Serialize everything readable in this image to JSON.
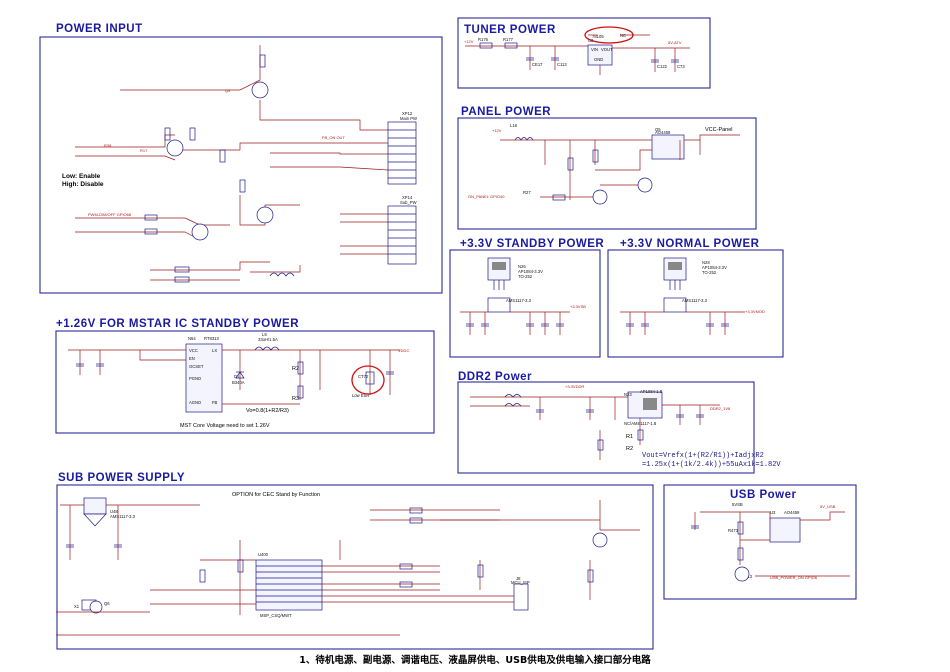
{
  "sections": {
    "power_input": "POWER INPUT",
    "tuner_power": "TUNER POWER",
    "panel_power": "PANEL POWER",
    "standby_33": "+3.3V STANDBY POWER",
    "normal_33": "+3.3V NORMAL POWER",
    "mstar_126": "+1.26V FOR MSTAR IC STANDBY POWER",
    "ddr2_power": "DDR2 Power",
    "sub_power": "SUB POWER SUPPLY",
    "usb_power": "USB Power"
  },
  "notes": {
    "low_enable": "Low:  Enable",
    "high_disable": "High: Disable",
    "cec_option": "OPTION for CEC Stand by Function",
    "mst_core": "MST Core Voltage need to set 1.26V",
    "vo_formula": "Vo=0.8(1+R2/R3)",
    "ddr_formula_1": "Vout=Vrefx(1+(R2/R1))+IadjxR2",
    "ddr_formula_2": "=1.25x(1+(1k/2.4k))+55uAx1k=1.82V",
    "r1": "R1",
    "r2": "R2",
    "r3": "R3"
  },
  "parts": {
    "tuner": {
      "u": "U3",
      "nc": "NC",
      "net_in": "+12V",
      "net_out": "5V-ATV",
      "r176": "R176",
      "r177": "R177",
      "ce17": "CE17",
      "c113": "C113",
      "c122": "C122",
      "c73": "C73",
      "vin": "VIN",
      "vout": "VOUT",
      "gnd": "GND",
      "part": "78L05"
    },
    "panel": {
      "q": "Q5",
      "r": "R27",
      "l": "L18",
      "vcc_panel": "VCC-Panel",
      "net": "+12V",
      "ctrl": "ON_PANEL GPIO40",
      "part": "AO4459"
    },
    "standby": {
      "n": "N26",
      "part": "AP1084-3.3V",
      "pkg": "TO-252",
      "alt": "AMS1117-3.3",
      "out": "+3.3VSB"
    },
    "normal": {
      "n": "N28",
      "part": "AP1084-3.3V",
      "pkg": "TO-252",
      "alt": "AMS1117-3.3",
      "out": "+3.3VMOD"
    },
    "mstar": {
      "u": "N54",
      "part": "RT8313",
      "l": "L9",
      "lval": "33uH/1.5A",
      "out": "VDDC",
      "d": "D1",
      "dpart": "B340A",
      "ce": "CT72",
      "esr": "Low ESR",
      "pins": [
        "VCC",
        "EN",
        "OCSET",
        "PGND",
        "AGND",
        "LX",
        "FB"
      ]
    },
    "ddr2": {
      "u": "N23",
      "part": "AP1084-1.8",
      "alt": "NC/AMS1117-1.8",
      "out": "DDR2_1V8",
      "in": "+3.3VDDR"
    },
    "usb": {
      "u": "U3",
      "part": "AO4459",
      "out": "5V_USB",
      "in": "5VSB",
      "ctrl": "USB_POWER_ON GPIO6",
      "q": "Q13",
      "r": "R473"
    },
    "power_input": {
      "conn": "XP12",
      "conn2": "XP14",
      "conn_label": "Main PW",
      "conn2_label": "Sub_PW",
      "q4": "Q4",
      "r38": "R38",
      "r17": "R17",
      "fb": "FB_ON OUT",
      "pwm": "PWM-DIM/OFF GPIO68"
    },
    "sub": {
      "u": "U400",
      "part": "MSP_CSQ/MWT",
      "u48": "U48",
      "u48p": "AMS1117-3.3",
      "j": "J8",
      "jl": "MCU_ISP",
      "q": "Q6",
      "x": "X1"
    }
  },
  "caption": "1、待机电源、副电源、调谐电压、液晶屏供电、USB供电及供电输入接口部分电路"
}
